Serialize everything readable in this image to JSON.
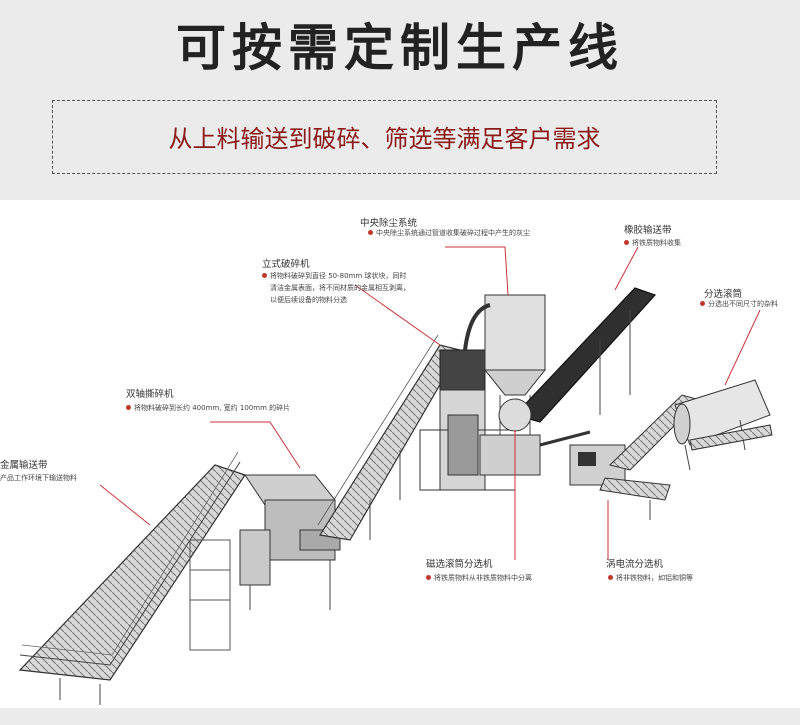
{
  "header": {
    "title": "可按需定制生产线",
    "subtitle": "从上料输送到破碎、筛选等满足客户需求"
  },
  "colors": {
    "accent_red": "#c0392b",
    "subtitle_red": "#8b1a1a",
    "leader_line": "#c8343a"
  },
  "labels": {
    "central_dust": {
      "title": "中央除尘系统",
      "desc": "中央除尘系统通过管道收集破碎过程中产生的灰尘"
    },
    "vertical_crusher": {
      "title": "立式破碎机",
      "desc": "将物料破碎到直径 50-80mm 球状块，同时清洁金属表面，将不同材质的金属相互剥离，以便后续设备的物料分选"
    },
    "rubber_conveyor": {
      "title": "橡胶输送带",
      "desc": "将铁质物料收集"
    },
    "sorting_drum": {
      "title": "分选滚筒",
      "desc": "分选出不同尺寸的杂料"
    },
    "dual_shaft_shredder": {
      "title": "双轴撕碎机",
      "desc": "将物料破碎到长约 400mm, 宽约 100mm 的碎片"
    },
    "metal_conveyor": {
      "title": "金属输送带",
      "desc": "产品工作环境下输送物料"
    },
    "magnetic_separator": {
      "title": "磁选滚筒分选机",
      "desc": "将铁质物料从非铁质物料中分离"
    },
    "eddy_current": {
      "title": "涡电流分选机",
      "desc": "将非铁物料，如铝和铜等"
    }
  }
}
